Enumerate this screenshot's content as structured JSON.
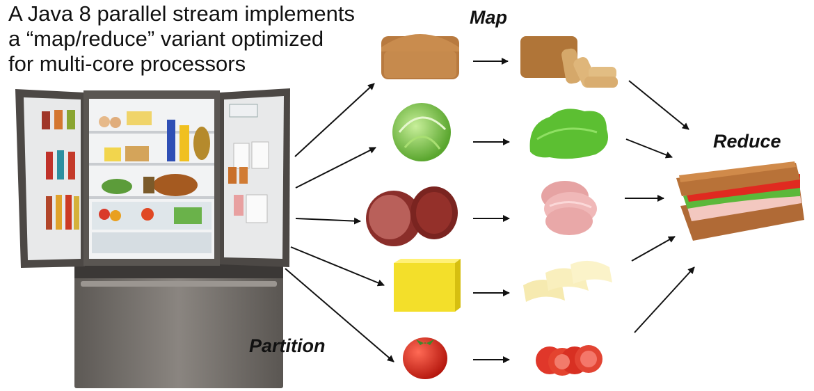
{
  "headline": {
    "line1": "A Java 8 parallel stream implements",
    "line2": "a “map/reduce” variant optimized",
    "line3": "for multi-core processors"
  },
  "labels": {
    "map": "Map",
    "reduce": "Reduce",
    "partition": "Partition"
  },
  "colors": {
    "arrow": "#111111",
    "fridge_body": "#6e6a66",
    "bread": "#c9864a",
    "lettuce": "#6fbf3f",
    "ham": "#b0463e",
    "cheese": "#f2dc2c",
    "tomato": "#d9241a"
  }
}
